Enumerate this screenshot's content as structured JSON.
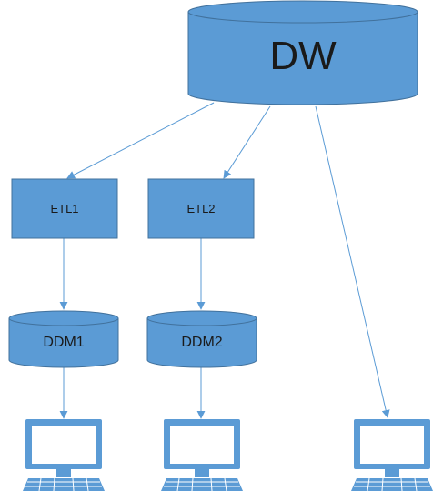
{
  "diagram": {
    "colors": {
      "fill": "#5b9bd5",
      "stroke": "#41719c",
      "arrow": "#5b9bd5",
      "text": "#1a1a1a"
    },
    "nodes": {
      "dw": {
        "label": "DW",
        "shape": "cylinder"
      },
      "etl1": {
        "label": "ETL1",
        "shape": "rectangle"
      },
      "etl2": {
        "label": "ETL2",
        "shape": "rectangle"
      },
      "ddm1": {
        "label": "DDM1",
        "shape": "cylinder"
      },
      "ddm2": {
        "label": "DDM2",
        "shape": "cylinder"
      },
      "computer1": {
        "icon": "computer-icon"
      },
      "computer2": {
        "icon": "computer-icon"
      },
      "computer3": {
        "icon": "computer-icon"
      }
    },
    "edges": [
      {
        "from": "dw",
        "to": "etl1"
      },
      {
        "from": "dw",
        "to": "etl2"
      },
      {
        "from": "dw",
        "to": "computer3"
      },
      {
        "from": "etl1",
        "to": "ddm1"
      },
      {
        "from": "etl2",
        "to": "ddm2"
      },
      {
        "from": "ddm1",
        "to": "computer1"
      },
      {
        "from": "ddm2",
        "to": "computer2"
      }
    ]
  }
}
